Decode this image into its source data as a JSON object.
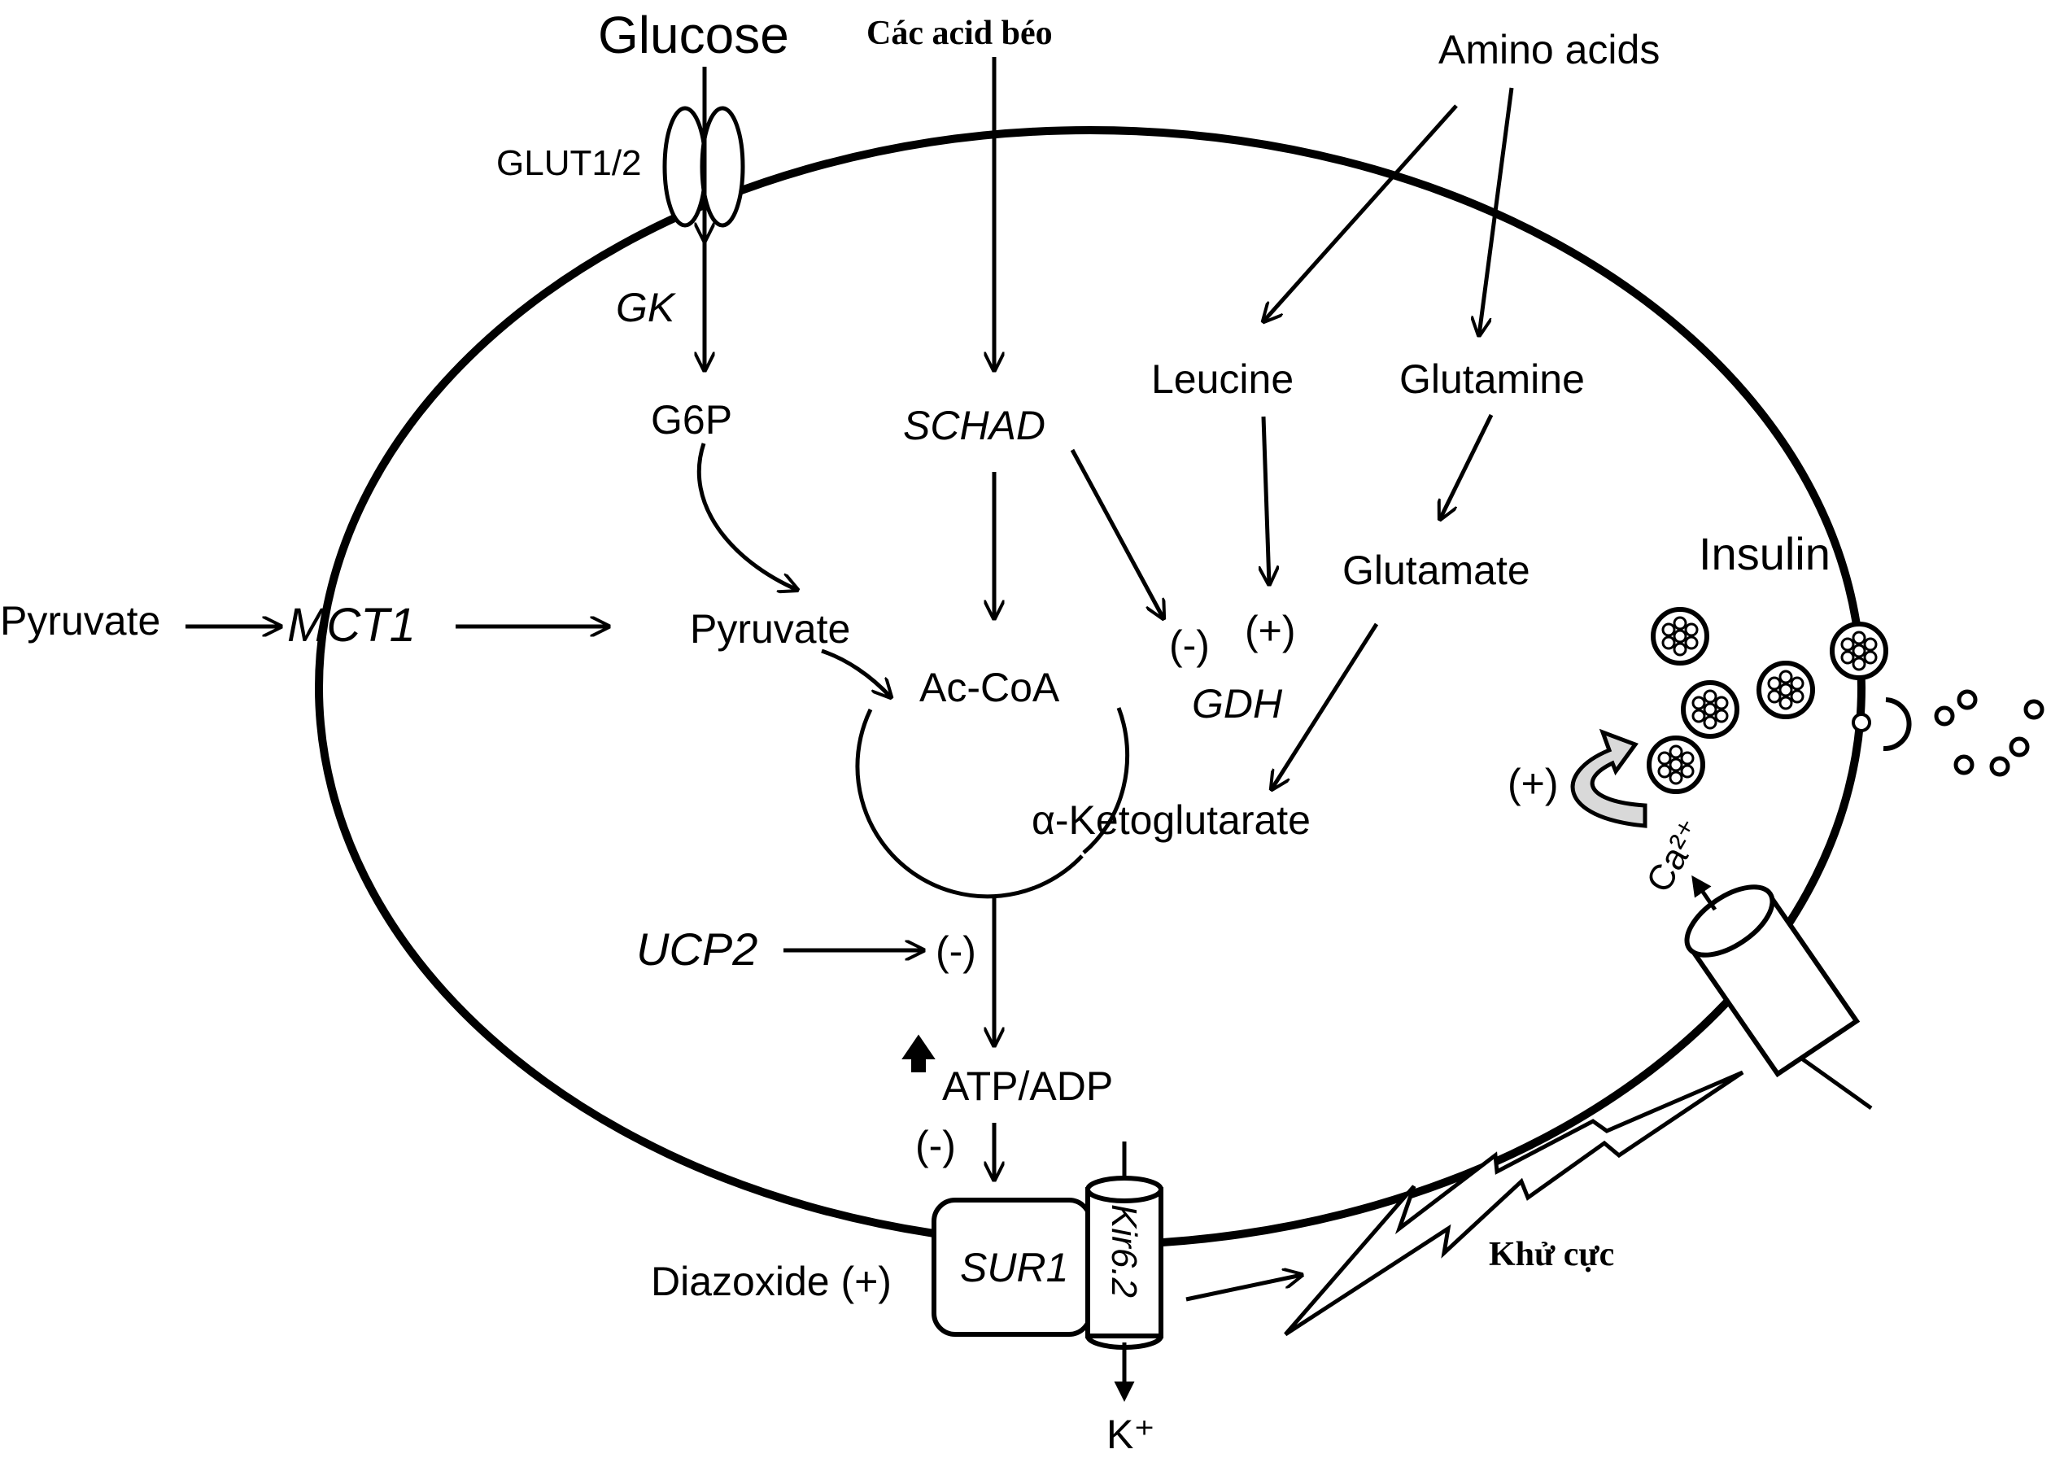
{
  "labels": {
    "glucose": "Glucose",
    "fatty_acids": "Các acid béo",
    "amino_acids": "Amino acids",
    "glut": "GLUT1/2",
    "gk": "GK",
    "g6p": "G6P",
    "schad": "SCHAD",
    "leucine": "Leucine",
    "glutamine": "Glutamine",
    "glutamate": "Glutamate",
    "insulin": "Insulin",
    "pyruvate_outside": "Pyruvate",
    "mct1": "MCT1",
    "pyruvate_inside": "Pyruvate",
    "accoa": "Ac-CoA",
    "gdh": "GDH",
    "gdh_inhibit": "(-)",
    "gdh_activate": "(+)",
    "akg": "α-Ketoglutarate",
    "ucp2": "UCP2",
    "ucp2_inhibit": "(-)",
    "atp_adp": "ATP/ADP",
    "atp_inhibit": "(-)",
    "sur1": "SUR1",
    "kir62": "Kir6.2",
    "diazoxide": "Diazoxide (+)",
    "k_ion": "K⁺",
    "depolarization": "Khử cực",
    "ca_plus": "(+)",
    "ca_ion": "Ca²⁺"
  },
  "colors": {
    "stroke": "#000000",
    "background": "#ffffff",
    "curved_arrow_fill": "#d9d9d9"
  }
}
